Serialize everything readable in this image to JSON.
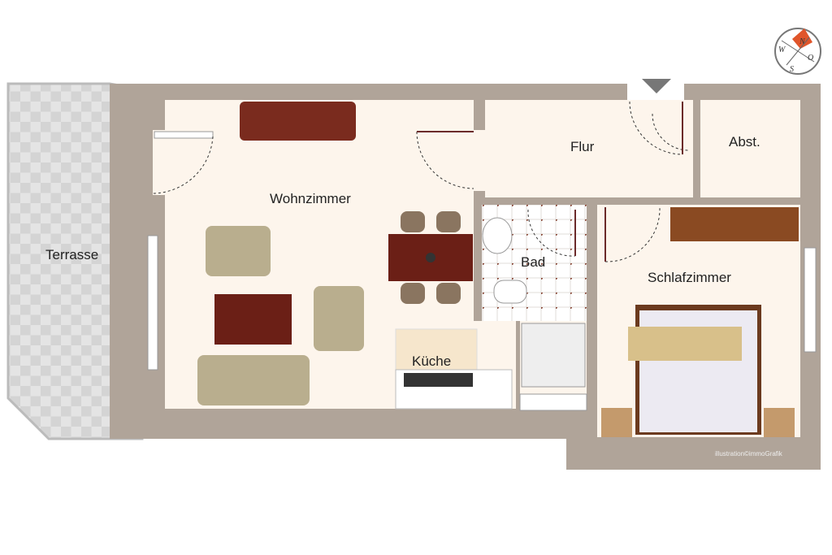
{
  "rooms": {
    "terrasse": "Terrasse",
    "wohnzimmer": "Wohnzimmer",
    "flur": "Flur",
    "abstellraum": "Abst.",
    "bad": "Bad",
    "kueche": "Küche",
    "schlafzimmer": "Schlafzimmer"
  },
  "compass": {
    "n": "N",
    "o": "O",
    "s": "S",
    "w": "W"
  },
  "watermark": "illustration©immoGrafik",
  "colors": {
    "wall": "#b0a499",
    "floor": "#fdf5ec",
    "terrace": "#dcdcdc",
    "compass_accent": "#e0552a"
  }
}
